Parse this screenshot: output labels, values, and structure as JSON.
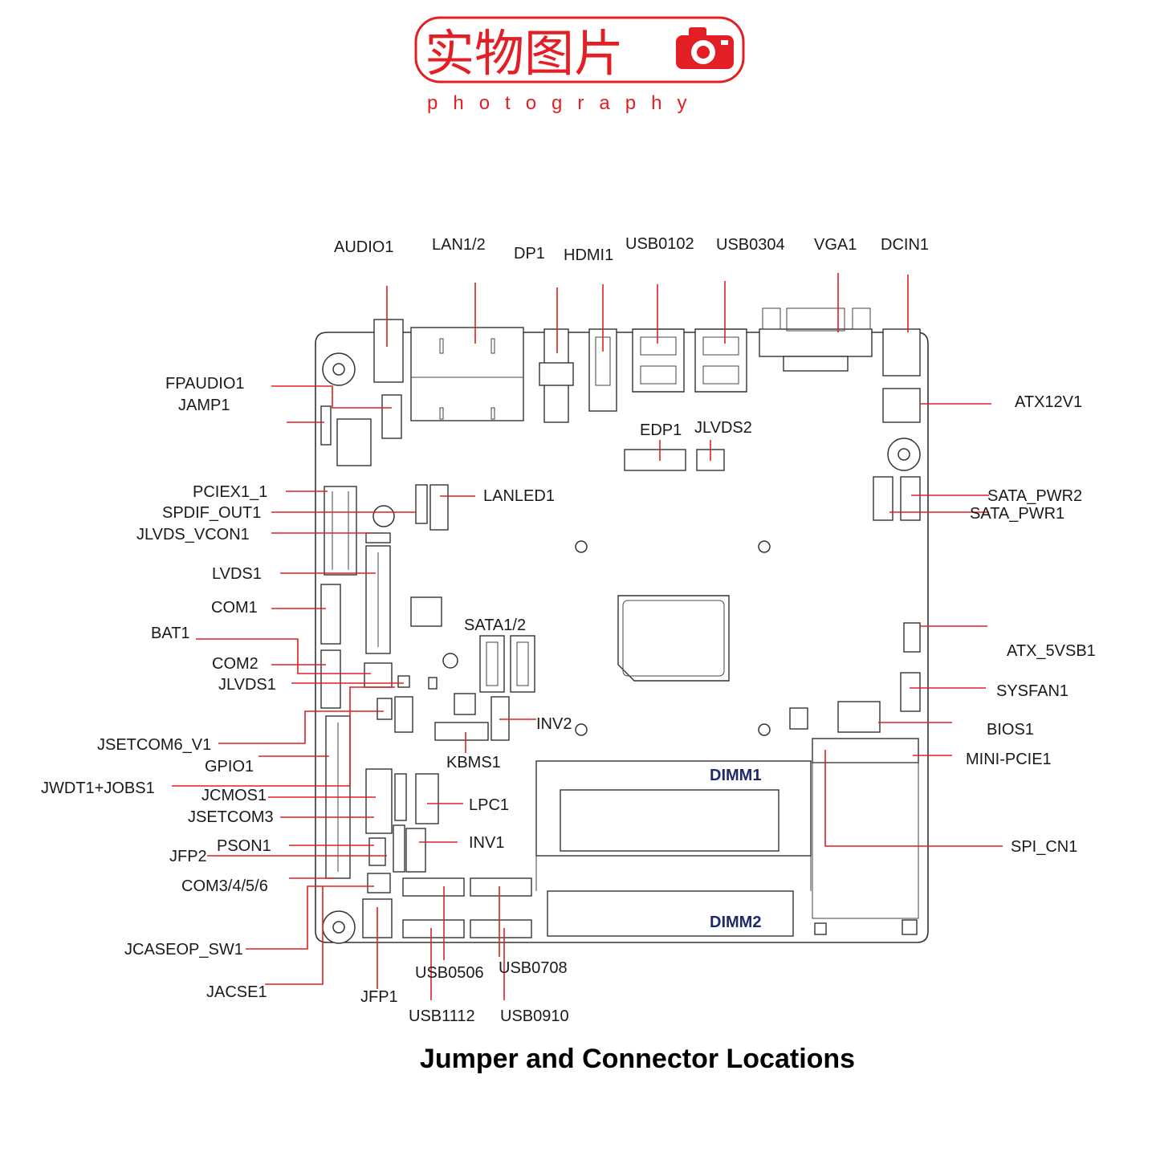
{
  "logo": {
    "chinese_text": "实物图片",
    "english_text": "photography",
    "icon": "camera-icon",
    "color": "#e31e24"
  },
  "caption": "Jumper and Connector Locations",
  "board_marks": {
    "dimm1": "DIMM1",
    "dimm2": "DIMM2"
  },
  "colors": {
    "leader": "#e02020",
    "outline": "#333333",
    "dimm_label": "#1d2a6b"
  },
  "labels": {
    "audio1": "AUDIO1",
    "lan12": "LAN1/2",
    "dp1": "DP1",
    "hdmi1": "HDMI1",
    "usb0102": "USB0102",
    "usb0304": "USB0304",
    "vga1": "VGA1",
    "dcin1": "DCIN1",
    "fpaudio1": "FPAUDIO1",
    "jamp1": "JAMP1",
    "atx12v1": "ATX12V1",
    "edp1": "EDP1",
    "jlvds2": "JLVDS2",
    "pciex1_1": "PCIEX1_1",
    "lanled1": "LANLED1",
    "sata_pwr2": "SATA_PWR2",
    "spdif_out1": "SPDIF_OUT1",
    "sata_pwr1": "SATA_PWR1",
    "jlvds_vcon1": "JLVDS_VCON1",
    "lvds1": "LVDS1",
    "com1": "COM1",
    "sata12": "SATA1/2",
    "bat1": "BAT1",
    "atx_5vsb1": "ATX_5VSB1",
    "com2": "COM2",
    "jlvds1": "JLVDS1",
    "sysfan1": "SYSFAN1",
    "inv2": "INV2",
    "bios1": "BIOS1",
    "jsetcom6_v1": "JSETCOM6_V1",
    "kbms1": "KBMS1",
    "mini_pcie1": "MINI-PCIE1",
    "gpio1": "GPIO1",
    "jwdt1_jobs1": "JWDT1+JOBS1",
    "jcmos1": "JCMOS1",
    "lpc1": "LPC1",
    "jsetcom3": "JSETCOM3",
    "pson1": "PSON1",
    "inv1": "INV1",
    "spi_cn1": "SPI_CN1",
    "jfp2": "JFP2",
    "com3456": "COM3/4/5/6",
    "jcaseop_sw1": "JCASEOP_SW1",
    "usb0506": "USB0506",
    "usb0708": "USB0708",
    "jacse1": "JACSE1",
    "jfp1": "JFP1",
    "usb1112": "USB1112",
    "usb0910": "USB0910"
  }
}
